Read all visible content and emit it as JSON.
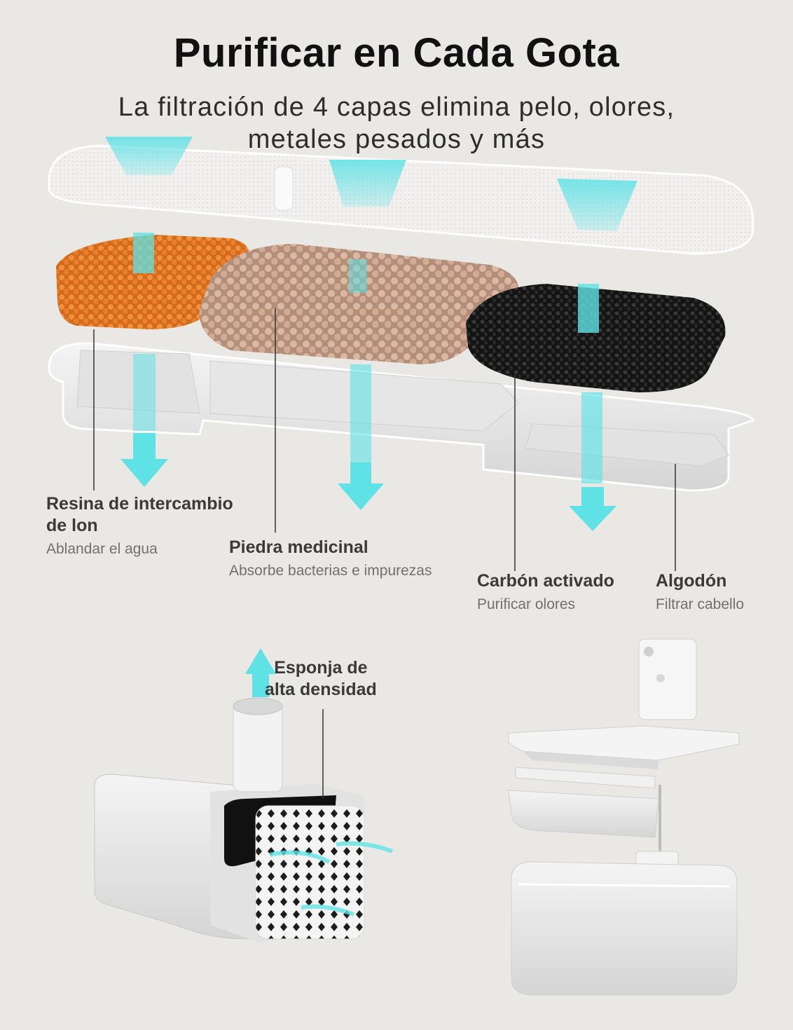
{
  "header": {
    "title": "Purificar en Cada Gota",
    "subtitle_line1": "La filtración de 4 capas elimina pelo, olores,",
    "subtitle_line2": "metales pesados y más"
  },
  "layers": [
    {
      "name_line1": "Resina de intercambio",
      "name_line2": "de lon",
      "desc": "Ablandar el agua"
    },
    {
      "name": "Piedra medicinal",
      "desc": "Absorbe bacterias e impurezas"
    },
    {
      "name": "Carbón activado",
      "desc": "Purificar olores"
    },
    {
      "name": "Algodón",
      "desc": "Filtrar cabello"
    }
  ],
  "pump": {
    "label_line1": "Esponja de",
    "label_line2": "alta densidad"
  },
  "colors": {
    "background": "#e9e8e5",
    "water_flow": "#5ee2e6",
    "resin": "#e07a2a",
    "stone": "#d9b4a0",
    "carbon": "#1e1e1e"
  }
}
